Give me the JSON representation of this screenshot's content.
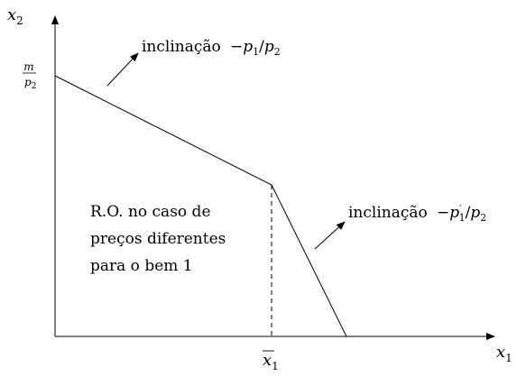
{
  "axes": {
    "x_label_base": "x",
    "x_label_sub": "1",
    "y_label_base": "x",
    "y_label_sub": "2"
  },
  "intercept_label": {
    "numerator": "m",
    "denominator_base": "p",
    "denominator_sub": "2"
  },
  "kink_label": {
    "base": "x",
    "sub": "1",
    "overline": true
  },
  "slope_upper": {
    "word": "inclinação",
    "expr_minus": "−",
    "p1_base": "p",
    "p1_sub": "1",
    "slash": "/",
    "p2_base": "p",
    "p2_sub": "2"
  },
  "slope_lower": {
    "word": "inclinação",
    "expr_minus": "−",
    "p1_base": "p",
    "p1_prime": "′",
    "p1_sub": "1",
    "slash": "/",
    "p2_base": "p",
    "p2_sub": "2"
  },
  "region_label": {
    "lines": [
      "R.O. no caso de",
      "preços diferentes",
      "para o bem 1"
    ]
  },
  "colors": {
    "ink": "#000000",
    "background": "#ffffff"
  }
}
